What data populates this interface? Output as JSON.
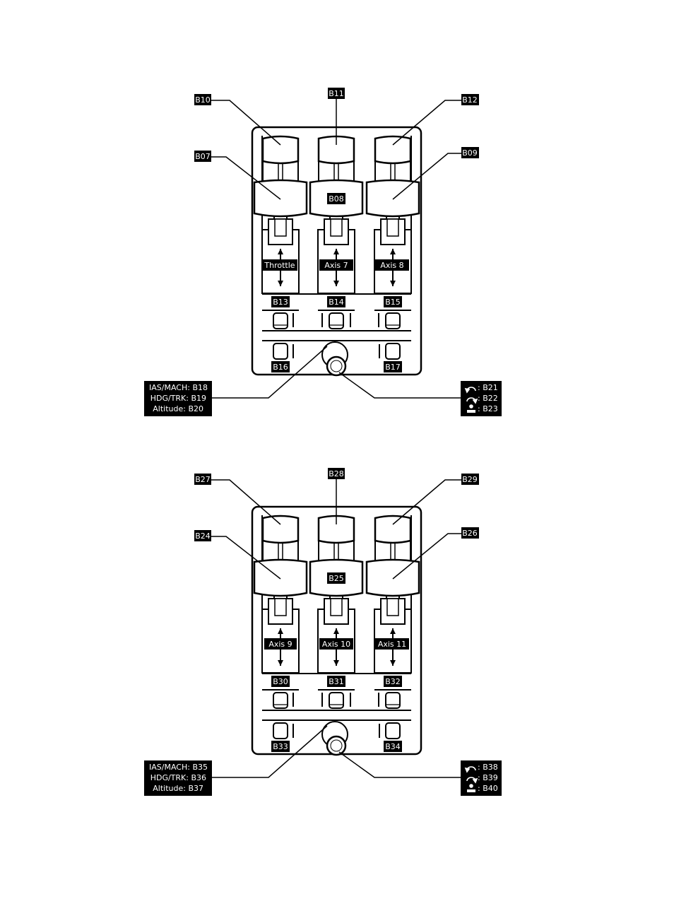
{
  "panels": [
    {
      "levers": [
        {
          "top_button": "B10",
          "mid_button": "",
          "axis": "Throttle"
        },
        {
          "top_button": "B11",
          "mid_button": "B08",
          "axis": "Axis 7"
        },
        {
          "top_button": "B12",
          "mid_button": "",
          "axis": "Axis 8"
        }
      ],
      "side_callouts": {
        "left": "B07",
        "right": "B09"
      },
      "switches_top": [
        "B13",
        "B14",
        "B15"
      ],
      "switches_bottom": [
        "B16",
        "B17"
      ],
      "knob_left_lines": [
        "IAS/MACH: B18",
        "HDG/TRK: B19",
        "Altitude: B20"
      ],
      "knob_right_lines": [
        ": B21",
        ": B22",
        ": B23"
      ]
    },
    {
      "levers": [
        {
          "top_button": "B27",
          "mid_button": "",
          "axis": "Axis 9"
        },
        {
          "top_button": "B28",
          "mid_button": "B25",
          "axis": "Axis 10"
        },
        {
          "top_button": "B29",
          "mid_button": "",
          "axis": "Axis 11"
        }
      ],
      "side_callouts": {
        "left": "B24",
        "right": "B26"
      },
      "switches_top": [
        "B30",
        "B31",
        "B32"
      ],
      "switches_bottom": [
        "B33",
        "B34"
      ],
      "knob_left_lines": [
        "IAS/MACH: B35",
        "HDG/TRK: B36",
        "Altitude: B37"
      ],
      "knob_right_lines": [
        ": B38",
        ": B39",
        ": B40"
      ]
    }
  ],
  "icons": [
    "rotate-left-icon",
    "rotate-right-icon",
    "push-icon"
  ]
}
